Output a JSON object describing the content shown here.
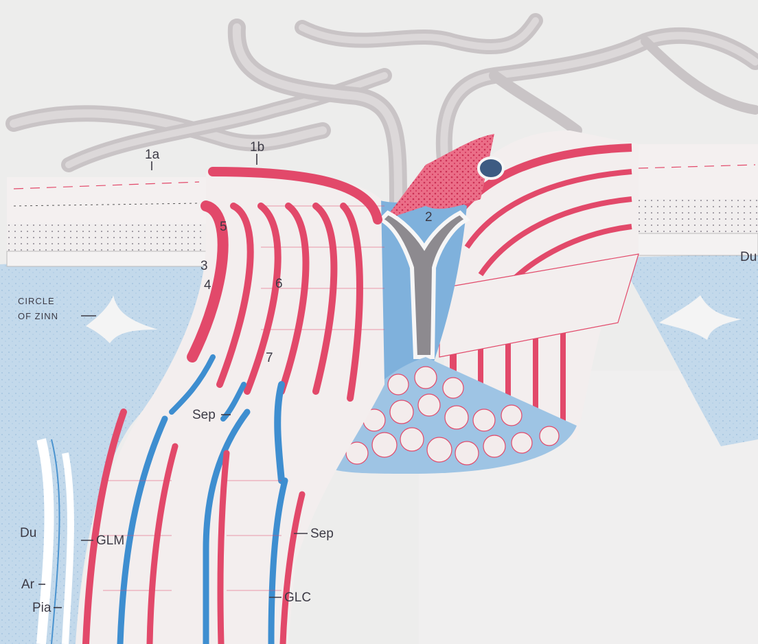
{
  "labels": {
    "l1a": "1a",
    "l1b": "1b",
    "l2": "2",
    "l3": "3",
    "l4": "4",
    "l5": "5",
    "l6": "6",
    "l7": "7",
    "circle": "CIRCLE",
    "of_zinn": "OF ZINN",
    "sep_upper": "Sep",
    "sep_lower": "Sep",
    "glm": "GLM",
    "glc": "GLC",
    "du": "Du",
    "ar": "Ar",
    "pia": "Pia",
    "du_right": "Du"
  },
  "colors": {
    "background": "#ececec",
    "blue_tissue": "#c2d8ea",
    "blue_vessel": "#3e8ed0",
    "red_fibers": "#e2496a",
    "pale_bundle": "#f3eeee",
    "gray_vessel": "#c9c4c6",
    "label_ink": "#3c3a45"
  }
}
